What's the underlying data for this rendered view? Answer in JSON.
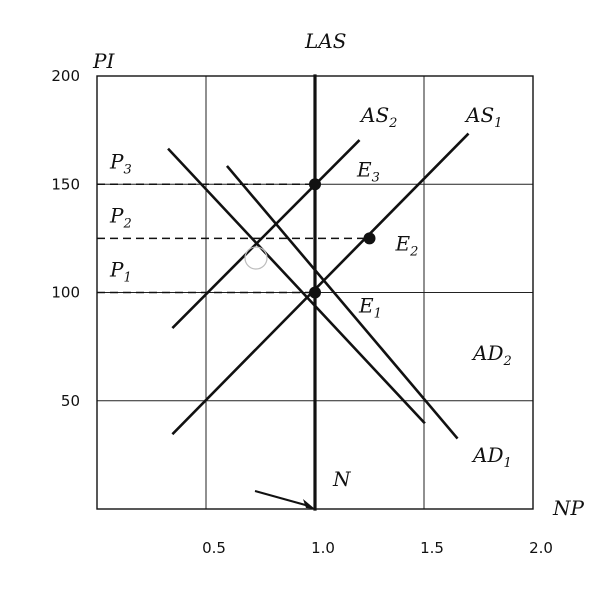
{
  "chart_data": {
    "type": "line",
    "xlabel": "NP",
    "ylabel": "PI",
    "xlim": [
      0,
      2.0
    ],
    "ylim": [
      0,
      200
    ],
    "x_ticks": [
      {
        "value": 0.5,
        "label": "0.5"
      },
      {
        "value": 1.0,
        "label": "1.0"
      },
      {
        "value": 1.5,
        "label": "1.5"
      },
      {
        "value": 2.0,
        "label": "2.0"
      }
    ],
    "y_ticks": [
      {
        "value": 50,
        "label": "50"
      },
      {
        "value": 100,
        "label": "100"
      },
      {
        "value": 150,
        "label": "150"
      },
      {
        "value": 200,
        "label": "200"
      }
    ],
    "grid": true,
    "series": [
      {
        "name": "LAS",
        "points": [
          [
            1.0,
            0
          ],
          [
            1.0,
            200
          ]
        ]
      },
      {
        "name": "AS₁",
        "points": [
          [
            0.35,
            35
          ],
          [
            1.7,
            173
          ]
        ]
      },
      {
        "name": "AS₂",
        "points": [
          [
            0.35,
            84
          ],
          [
            1.2,
            170
          ]
        ]
      },
      {
        "name": "AD₁",
        "points": [
          [
            0.6,
            158
          ],
          [
            1.65,
            33
          ]
        ]
      },
      {
        "name": "AD₂",
        "points": [
          [
            0.33,
            166
          ],
          [
            1.5,
            40
          ]
        ]
      }
    ],
    "equilibria": [
      {
        "name": "E₁",
        "x": 1.0,
        "y": 100
      },
      {
        "name": "E₂",
        "x": 1.25,
        "y": 125
      },
      {
        "name": "E₃",
        "x": 1.0,
        "y": 150
      }
    ],
    "price_levels": [
      {
        "name": "P₁",
        "y": 100,
        "x_end": 1.0
      },
      {
        "name": "P₂",
        "y": 125,
        "x_end": 1.25
      },
      {
        "name": "P₃",
        "y": 150,
        "x_end": 1.0
      }
    ],
    "annotations": [
      {
        "text": "N",
        "x": 1.0,
        "y": 0
      }
    ]
  }
}
